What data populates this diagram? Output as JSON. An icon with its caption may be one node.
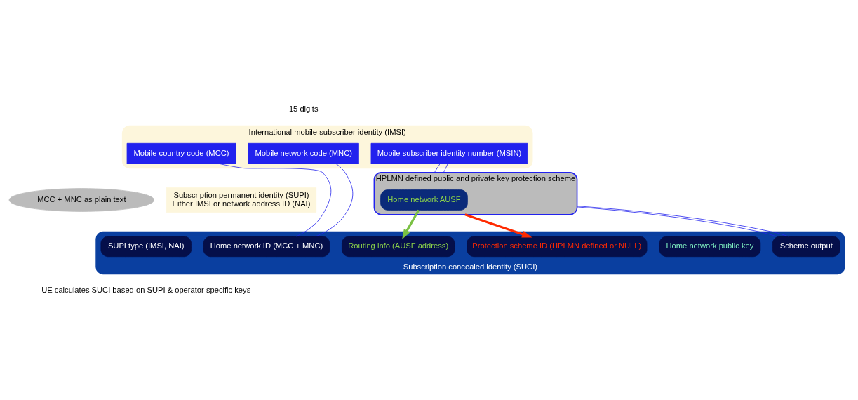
{
  "diagram": {
    "nodes": [
      {
        "text": [
          "International mobile subscriber identity (IMSI)"
        ],
        "beside": [
          "15 digits"
        ]
      },
      {
        "text": [
          "Mobile country code (MCC)"
        ],
        "in": 0
      },
      {
        "text": [
          "Mobile network code (MNC)"
        ],
        "in": 0
      },
      {
        "text": [
          "Mobile subscriber identity number (MSIN)"
        ],
        "in": 0
      },
      {
        "text": [
          "Subscription permanent identity (SUPI)",
          "Either IMSI or network address ID (NAI)"
        ]
      },
      {
        "text": [
          "MCC + MNC as plain text"
        ]
      },
      {
        "text": [
          "HPLMN defined public and private key protection scheme"
        ]
      },
      {
        "text": [
          "Home network AUSF"
        ],
        "in": 6
      },
      {
        "text": [
          "Subscription concealed identity (SUCI)"
        ]
      },
      {
        "text": [
          "SUPI type (IMSI, NAI)"
        ],
        "in": 8
      },
      {
        "text": [
          "Home network ID (MCC + MNC)"
        ],
        "in": 8
      },
      {
        "text": [
          "Routing info (AUSF address)"
        ],
        "in": 8
      },
      {
        "text": [
          "Protection scheme ID (HPLMN defined or NULL)"
        ],
        "in": 8
      },
      {
        "text": [
          "Home network public key"
        ],
        "in": 8
      },
      {
        "text": [
          "Scheme output"
        ],
        "in": 8
      }
    ],
    "edges": [
      {
        "from": 1,
        "to": 10,
        "arrow": "none"
      },
      {
        "from": 2,
        "to": 10,
        "arrow": "none"
      },
      {
        "from": 3,
        "to": 6,
        "arrow": "none"
      },
      {
        "from": 3,
        "to": 6,
        "arrow": "none"
      },
      {
        "from": 6,
        "to": 14,
        "arrow": "none"
      },
      {
        "from": 6,
        "to": 14,
        "arrow": "none"
      },
      {
        "from": 7,
        "to": 11,
        "arrow": "to",
        "style": "thick",
        "color": "#7ac143"
      },
      {
        "from": 6,
        "to": 12,
        "arrow": "to",
        "style": "thick",
        "color": "#ff2a00"
      }
    ],
    "labels": [
      "UE calculates SUCI based on SUPI & operator specific keys"
    ]
  }
}
